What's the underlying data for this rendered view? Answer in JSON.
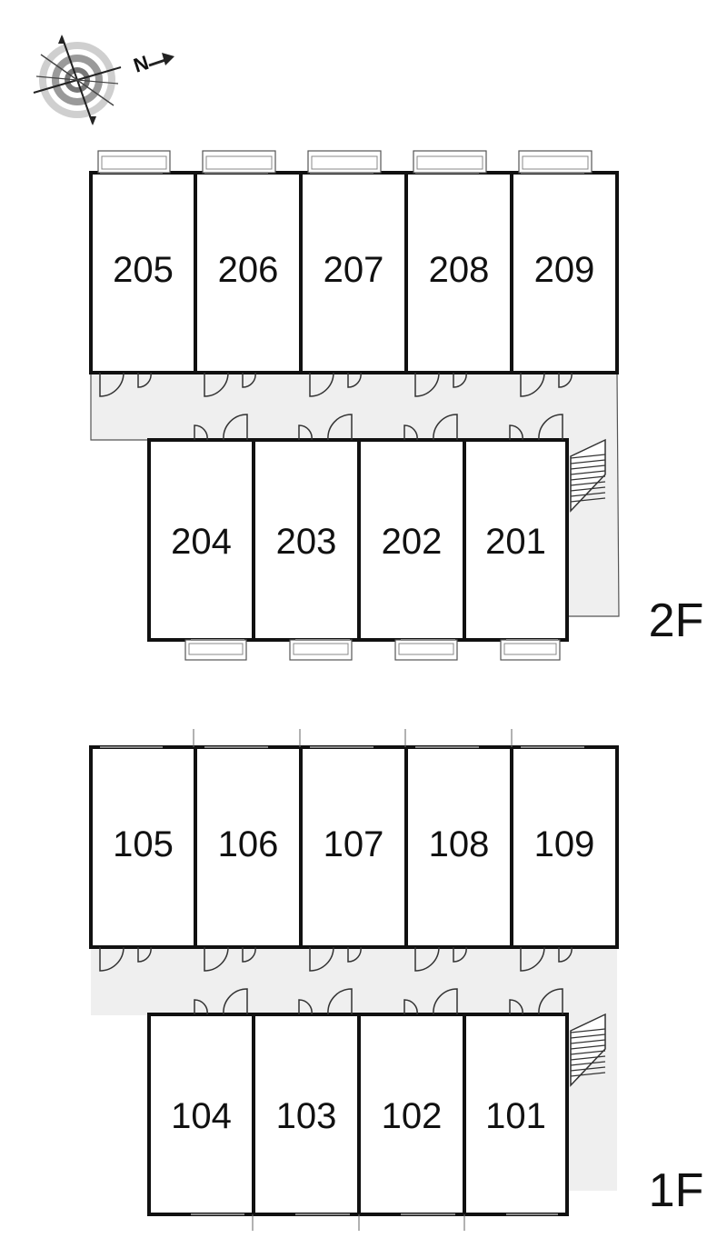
{
  "compass": {
    "letter": "N",
    "icon": "compass-north-icon"
  },
  "floors": [
    {
      "id": "2F",
      "label": "2F",
      "back_row": [
        "205",
        "206",
        "207",
        "208",
        "209"
      ],
      "front_row": [
        "204",
        "203",
        "202",
        "201"
      ]
    },
    {
      "id": "1F",
      "label": "1F",
      "back_row": [
        "105",
        "106",
        "107",
        "108",
        "109"
      ],
      "front_row": [
        "104",
        "103",
        "102",
        "101"
      ]
    }
  ]
}
